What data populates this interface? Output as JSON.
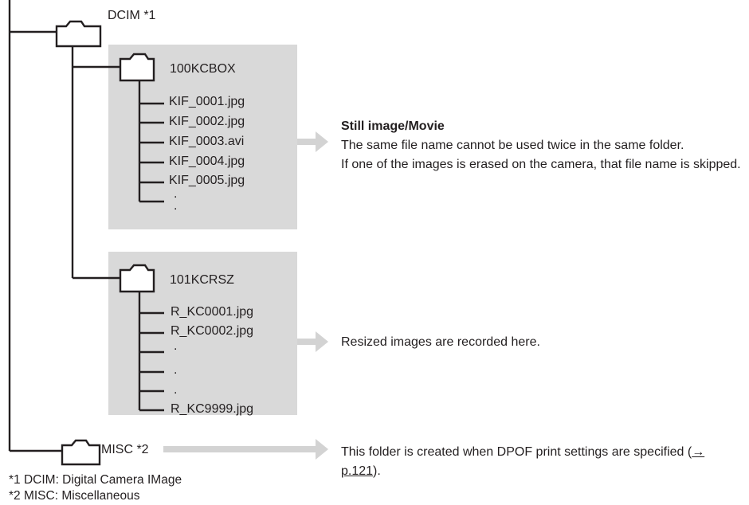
{
  "folders": {
    "dcim": "DCIM *1",
    "folder_100": "100KCBOX",
    "folder_101": "101KCRSZ",
    "misc": "MISC *2"
  },
  "files_100": [
    "KIF_0001.jpg",
    "KIF_0002.jpg",
    "KIF_0003.avi",
    "KIF_0004.jpg",
    "KIF_0005.jpg",
    ".",
    "."
  ],
  "files_101": [
    "R_KC0001.jpg",
    "R_KC0002.jpg",
    ".",
    ".",
    ".",
    "R_KC9999.jpg"
  ],
  "notes": {
    "still": {
      "heading": "Still image/Movie",
      "line1": "The same file name cannot be used twice in the same folder.",
      "line2": "If one of the images is erased on the camera, that file name is skipped."
    },
    "resized": "Resized images are recorded here.",
    "misc": {
      "text_before": "This folder is created when DPOF print settings are specified (",
      "link": "→ p.121",
      "text_after": ")."
    }
  },
  "footnotes": {
    "f1": "*1 DCIM: Digital Camera IMage",
    "f2": "*2 MISC: Miscellaneous"
  },
  "colors": {
    "panel": "#d9d9d9",
    "arrow": "#d3d3d3",
    "line": "#231f20"
  }
}
